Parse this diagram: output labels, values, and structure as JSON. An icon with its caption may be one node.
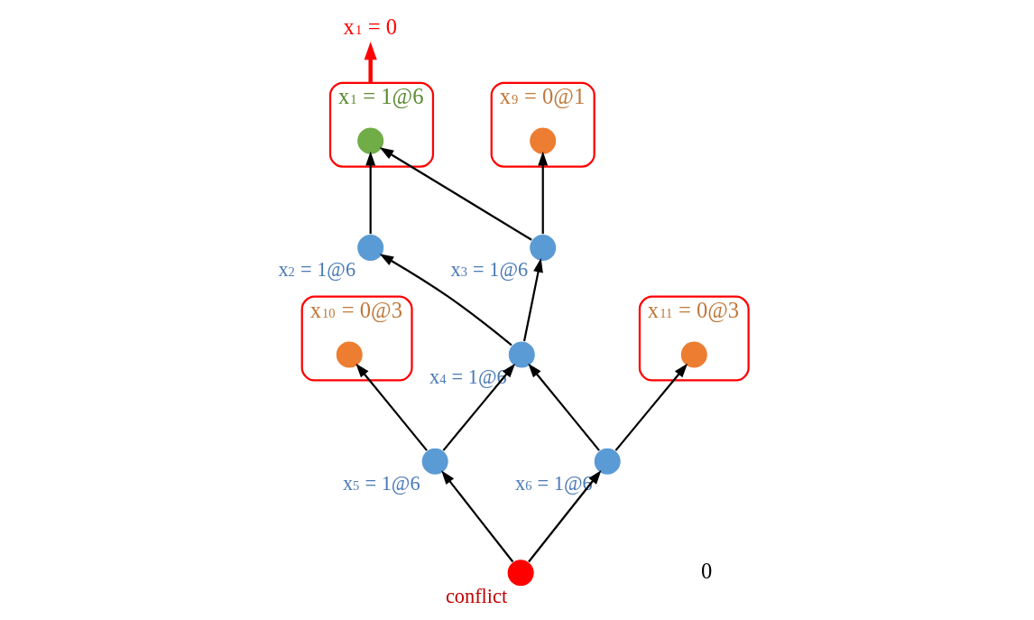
{
  "diagram": {
    "nodes": [
      {
        "text": [
          "x$_{10}$ = 0@3"
        ]
      },
      {
        "text": [],
        "shape": "circle",
        "in": 0
      },
      {
        "text": [],
        "shape": "circle",
        "beside": [
          "x$_{2}$ = 1@6"
        ]
      },
      {
        "text": [],
        "shape": "circle",
        "beside": [
          "x$_{5}$ = 1@6"
        ]
      },
      {
        "text": [
          "x$_{1}$ = 0"
        ]
      },
      {
        "text": [
          "x$_{1}$ = 1@6"
        ]
      },
      {
        "text": [],
        "shape": "circle",
        "in": 5
      },
      {
        "text": [],
        "shape": "circle",
        "beside": [
          "x$_{4}$ = 1@6"
        ]
      },
      {
        "text": [],
        "shape": "circle",
        "beside": [
          "conflict"
        ]
      },
      {
        "text": [],
        "shape": "circle",
        "beside": [
          "x$_{3}$ = 1@6"
        ]
      },
      {
        "text": [],
        "shape": "circle",
        "beside": [
          "x$_{6}$ = 1@6"
        ]
      },
      {
        "text": [
          "x$_{9}$ = 0@1"
        ]
      },
      {
        "text": [],
        "shape": "circle",
        "in": 11
      },
      {
        "text": [
          "x$_{11}$ = 0@3"
        ]
      },
      {
        "text": [],
        "shape": "circle",
        "in": 13
      }
    ],
    "edges": [
      {
        "from": 3,
        "to": 1,
        "arrow": "to"
      },
      {
        "from": 8,
        "to": 3,
        "arrow": "to"
      },
      {
        "from": 8,
        "to": 10,
        "arrow": "to"
      },
      {
        "from": 3,
        "to": 7,
        "arrow": "to"
      },
      {
        "from": 10,
        "to": 7,
        "arrow": "to"
      },
      {
        "from": 7,
        "to": 2,
        "arrow": "to"
      },
      {
        "from": 7,
        "to": 9,
        "arrow": "to"
      },
      {
        "from": 2,
        "to": 6,
        "arrow": "to"
      },
      {
        "from": 9,
        "to": 6,
        "arrow": "to"
      },
      {
        "from": 9,
        "to": 12,
        "arrow": "to"
      },
      {
        "from": 10,
        "to": 14,
        "arrow": "to"
      },
      {
        "from": 5,
        "to": 4,
        "arrow": "to",
        "style": "thick",
        "color": "#ff0000"
      }
    ],
    "labels": [
      "0"
    ]
  }
}
